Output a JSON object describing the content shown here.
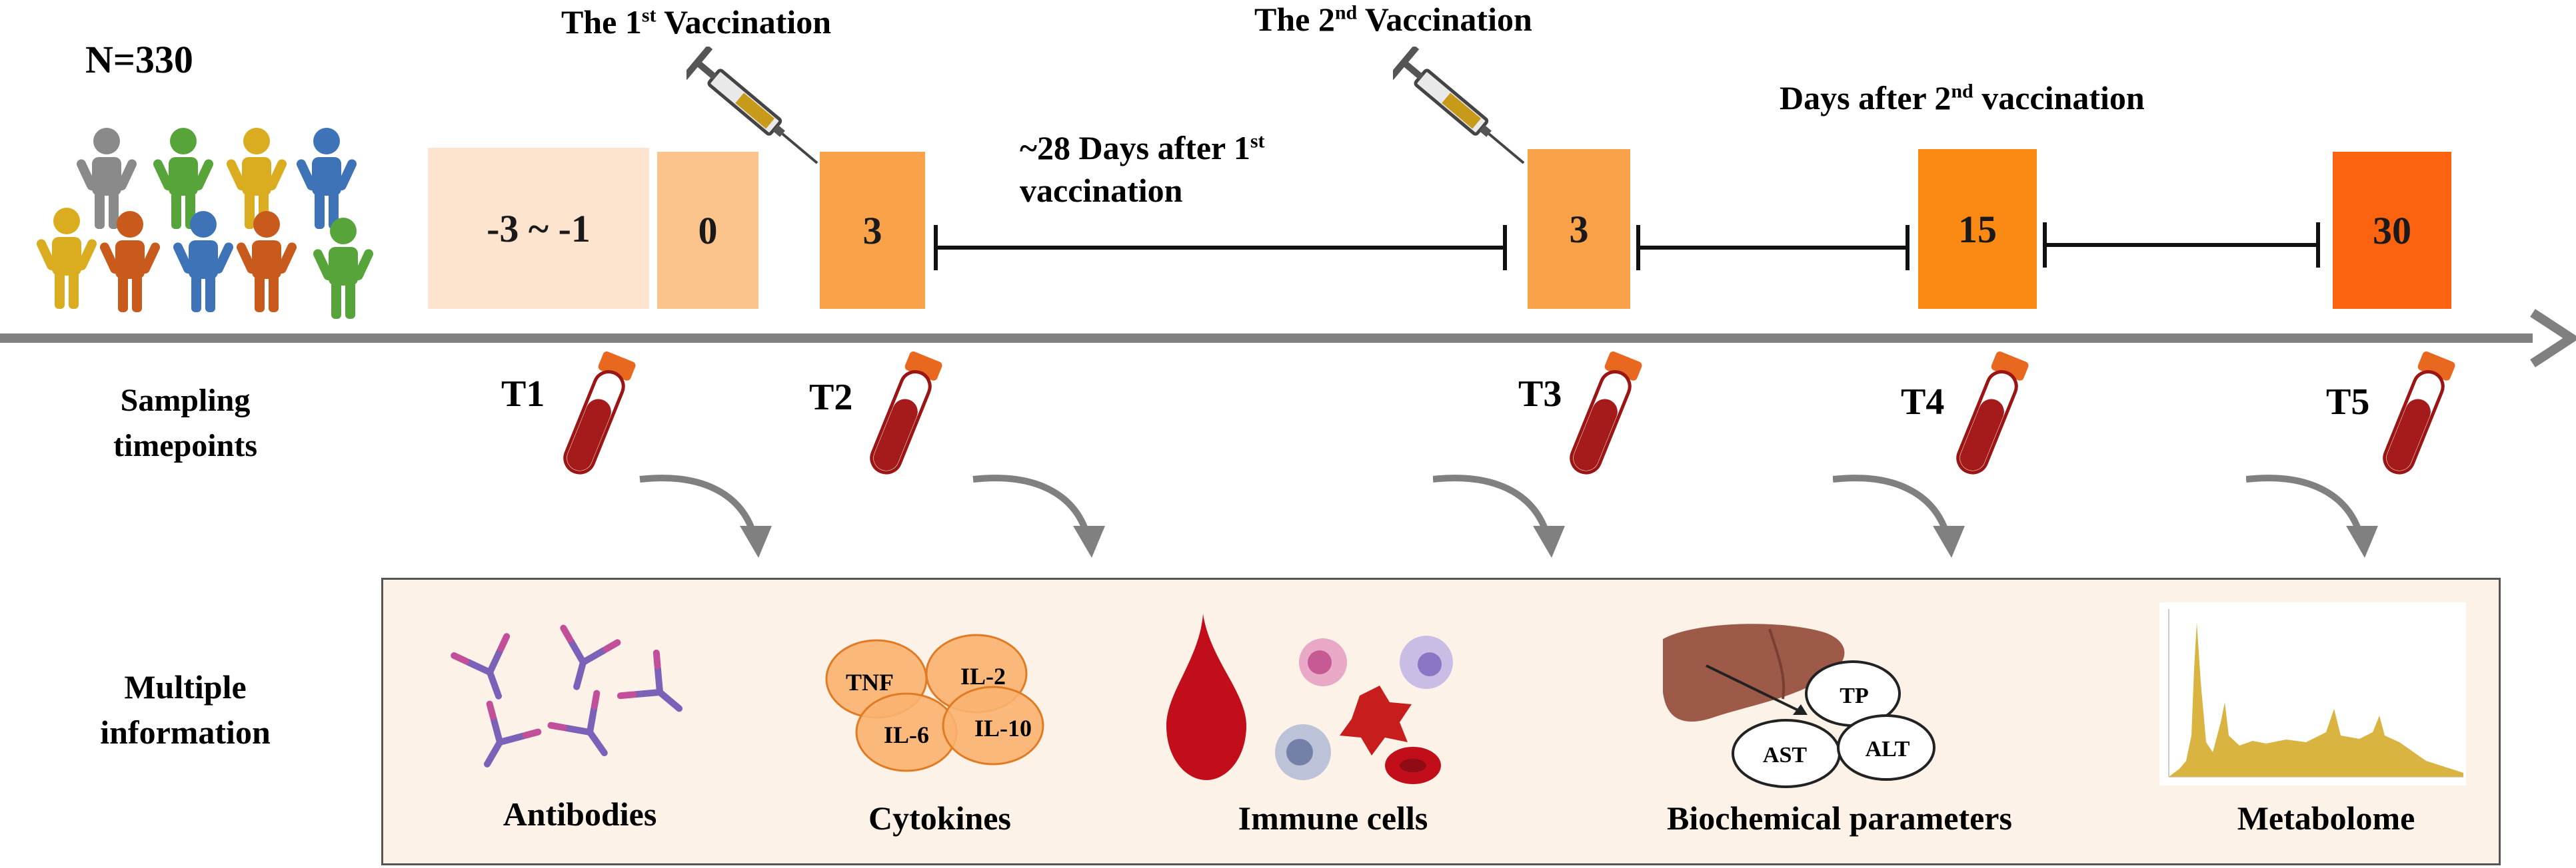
{
  "cohort": {
    "label": "N=330"
  },
  "vaccinations": {
    "first": {
      "pre": "The 1",
      "sup": "st",
      "post": " Vaccination"
    },
    "second": {
      "pre": "The 2",
      "sup": "nd",
      "post": " Vaccination"
    }
  },
  "intervals": {
    "after_first": {
      "line1_pre": "~28 Days after 1",
      "line1_sup": "st",
      "line2": "vaccination"
    },
    "after_second": {
      "pre": "Days after 2",
      "sup": "nd",
      "post": "  vaccination"
    }
  },
  "timeline_boxes": [
    {
      "label": "-3 ~ -1",
      "color": "#fce4cf"
    },
    {
      "label": "0",
      "color": "#fbc48d"
    },
    {
      "label": "3",
      "color": "#f9a24a"
    },
    {
      "label": "3",
      "color": "#f9a24a"
    },
    {
      "label": "15",
      "color": "#fb8a14"
    },
    {
      "label": "30",
      "color": "#fb6310"
    }
  ],
  "sampling": {
    "label_line1": "Sampling",
    "label_line2": "timepoints",
    "timepoints": [
      "T1",
      "T2",
      "T3",
      "T4",
      "T5"
    ]
  },
  "information": {
    "label_line1": "Multiple",
    "label_line2": "information",
    "categories": [
      "Antibodies",
      "Cytokines",
      "Immune cells",
      "Biochemical parameters",
      "Metabolome"
    ],
    "cytokines": [
      "TNF",
      "IL-2",
      "IL-6",
      "IL-10"
    ],
    "biochemical": [
      "TP",
      "AST",
      "ALT"
    ]
  },
  "colors": {
    "arrow": "#808080",
    "panel_bg": "#fcf2e7",
    "blood": "#b30000",
    "cytokine_fill": "#f9b36f",
    "metabolome": "#d9b440"
  }
}
